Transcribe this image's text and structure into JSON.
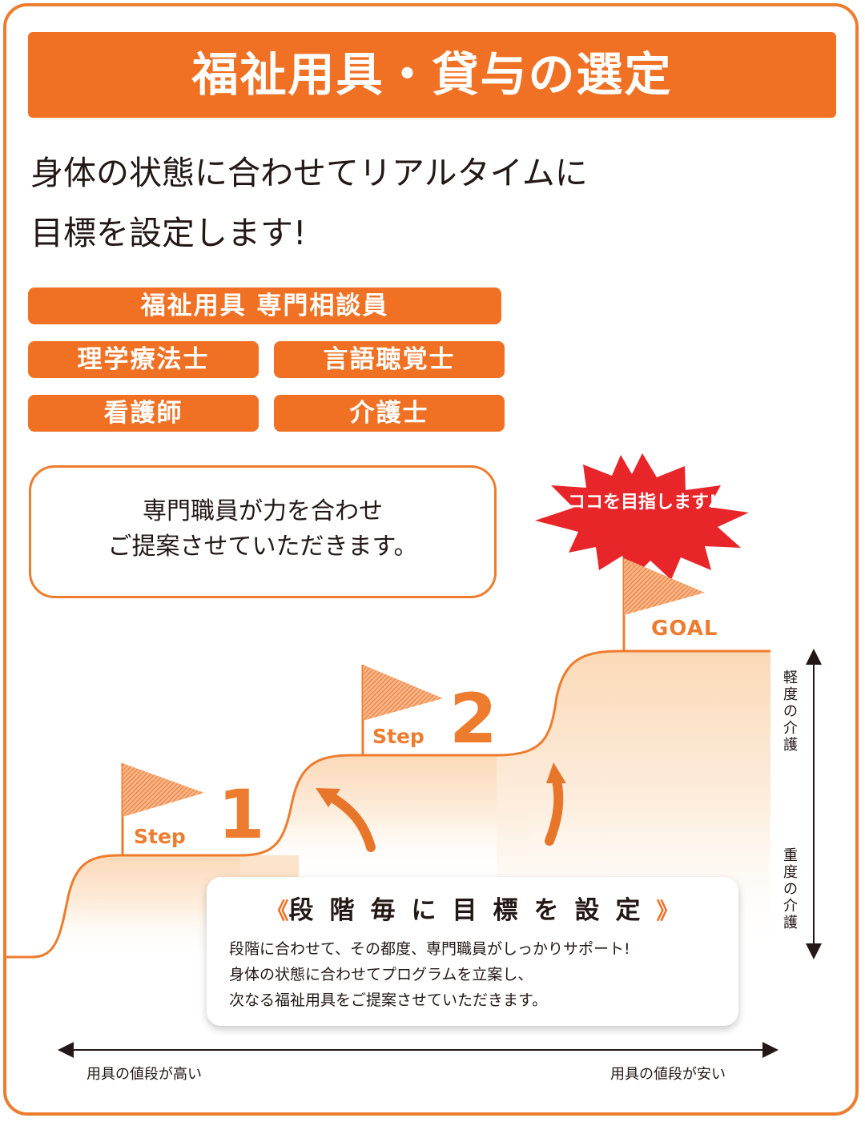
{
  "header": {
    "title": "福祉用具・貸与の選定"
  },
  "lead": {
    "line1": "身体の状態に合わせてリアルタイムに",
    "line2": "目標を設定します!"
  },
  "staff": {
    "consultant": "福祉用具 専門相談員",
    "pt": "理学療法士",
    "st": "言語聴覚士",
    "nurse": "看護師",
    "caregiver": "介護士"
  },
  "bubble": {
    "line1": "専門職員が力を合わせ",
    "line2": "ご提案させていただきます。"
  },
  "burst": {
    "text": "ココを目指します!"
  },
  "steps": {
    "step1_word": "Step",
    "step1_num": "1",
    "step2_word": "Step",
    "step2_num": "2",
    "goal": "GOAL"
  },
  "info": {
    "title": "段階毎に目標を設定",
    "line1": "段階に合わせて、その都度、専門職員がしっかりサポート!",
    "line2": "身体の状態に合わせてプログラムを立案し、",
    "line3": "次なる福祉用具をご提案させていただきます。"
  },
  "axes": {
    "left_label": "用具の値段が高い",
    "right_label": "用具の値段が安い",
    "top_vertical": [
      "軽",
      "度",
      "の",
      "介",
      "護"
    ],
    "bottom_vertical": [
      "重",
      "度",
      "の",
      "介",
      "護"
    ]
  },
  "colors": {
    "accent": "#f07124",
    "burst": "#e8262a",
    "text": "#231815"
  },
  "icons": [
    "flag-icon",
    "arrow-up-icon",
    "chevron-left-icon",
    "chevron-right-icon"
  ]
}
